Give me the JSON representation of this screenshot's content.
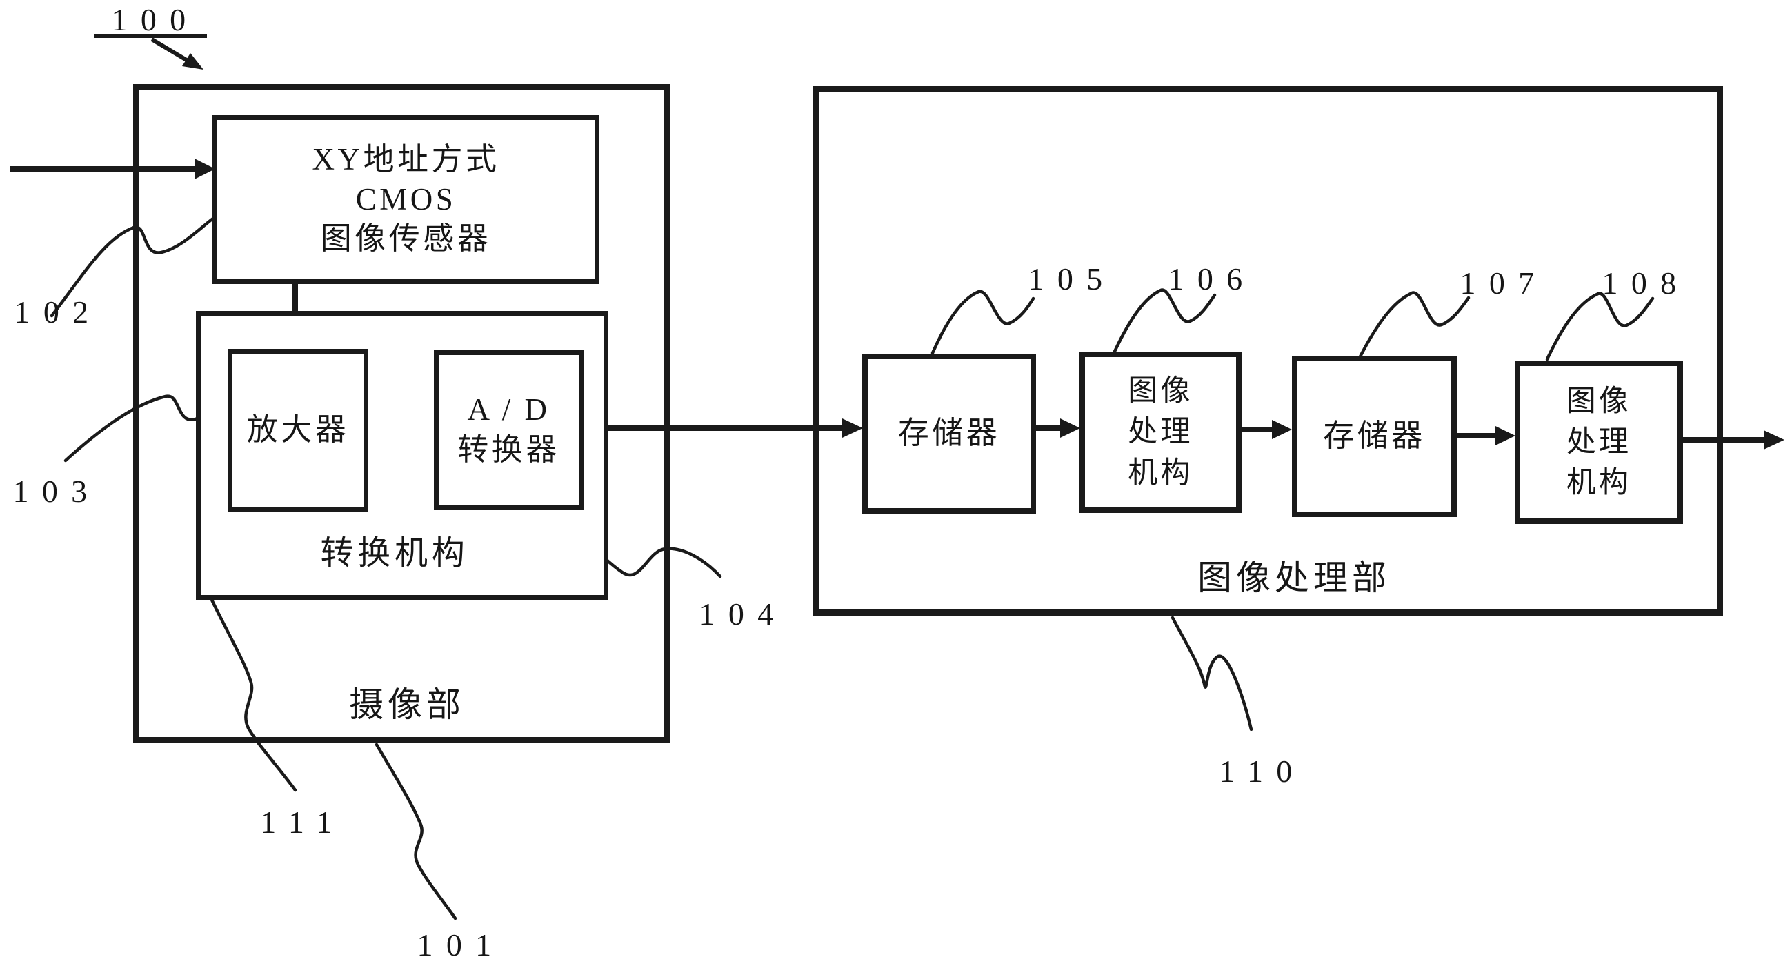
{
  "figure": {
    "refs": {
      "system": "100",
      "imaging_section": "101",
      "cmos_sensor": "102",
      "amplifier": "103",
      "ad_converter": "104",
      "memory1": "105",
      "processor1": "106",
      "memory2": "107",
      "processor2": "108",
      "processing_section": "110",
      "conversion_mechanism": "111"
    },
    "blocks": {
      "cmos_sensor": "XY地址方式\nCMOS\n图像传感器",
      "amplifier": "放大器",
      "ad_converter": "A / D\n转换器",
      "conversion_mechanism": "转换机构",
      "imaging_section": "摄像部",
      "memory1": "存储器",
      "processor1": "图像\n处理\n机构",
      "memory2": "存储器",
      "processor2": "图像\n处理\n机构",
      "processing_section": "图像处理部"
    },
    "line_color": "#1a1a1a",
    "background_color": "#ffffff"
  }
}
